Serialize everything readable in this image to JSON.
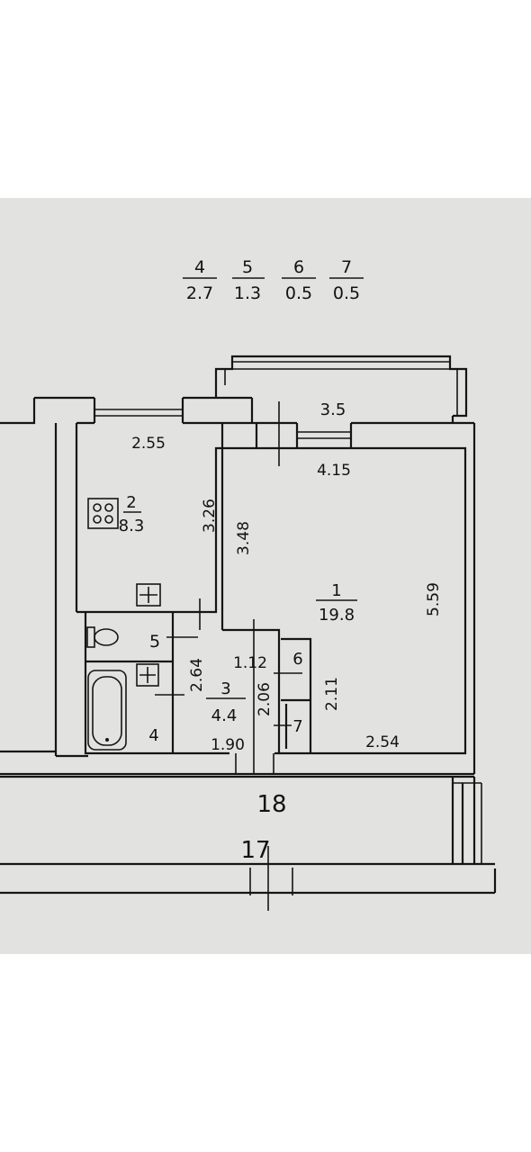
{
  "legend": [
    {
      "num": "4",
      "area": "2.7"
    },
    {
      "num": "5",
      "area": "1.3"
    },
    {
      "num": "6",
      "area": "0.5"
    },
    {
      "num": "7",
      "area": "0.5"
    }
  ],
  "rooms": {
    "kitchen": {
      "num": "2",
      "area": "8.3"
    },
    "living": {
      "num": "1",
      "area": "19.8"
    },
    "hall": {
      "num": "3",
      "area": "4.4"
    },
    "toilet": {
      "num": "5"
    },
    "bath": {
      "num": "4"
    },
    "closet6": {
      "num": "6"
    },
    "closet7": {
      "num": "7"
    }
  },
  "dims": {
    "balcony_width": "3.5",
    "living_top": "4.15",
    "living_right": "5.59",
    "living_left": "3.48",
    "living_bottom": "2.54",
    "living_inner": "2.11",
    "kitchen_top": "2.55",
    "kitchen_right": "3.26",
    "hall_left": "2.64",
    "hall_mid": "2.06",
    "hall_bottom": "1.90",
    "closet_top": "1.12"
  },
  "axes": {
    "a18": "18",
    "a17": "17"
  },
  "colors": {
    "paper": "#e2e2e0",
    "ink": "#151515"
  }
}
